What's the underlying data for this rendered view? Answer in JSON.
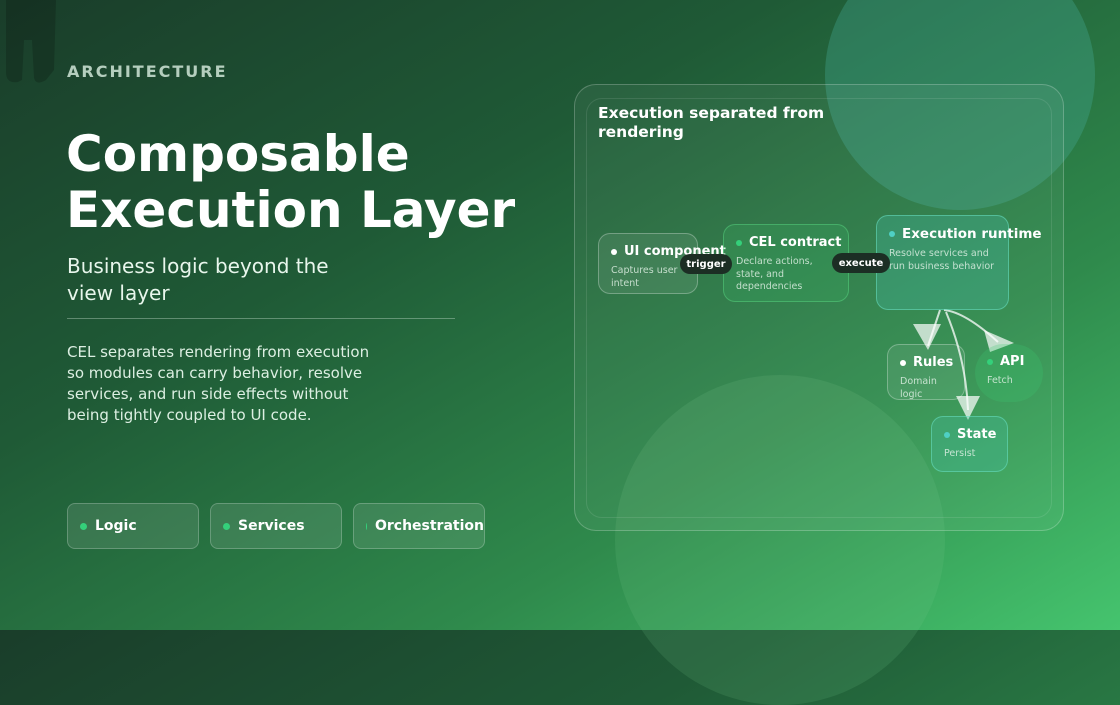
{
  "slide": {
    "eyebrow": "ARCHITECTURE",
    "title": "Composable Execution Layer",
    "subtitle": "Business logic beyond the view layer",
    "body": "CEL separates rendering from execution so modules can carry behavior, resolve services, and run side effects without being tightly coupled to UI code."
  },
  "chips": [
    {
      "label": "Logic"
    },
    {
      "label": "Services"
    },
    {
      "label": "Orchestration"
    }
  ],
  "diagram": {
    "title": "Execution separated from rendering",
    "nodes": {
      "ui": {
        "title": "UI component",
        "desc": "Captures user intent"
      },
      "cel": {
        "title": "CEL contract",
        "desc": "Declare actions, state, and dependencies"
      },
      "exec": {
        "title": "Execution runtime",
        "desc": "Resolve services and run business behavior"
      },
      "rules": {
        "title": "Rules",
        "desc": "Domain logic"
      },
      "api": {
        "title": "API",
        "desc": "Fetch"
      },
      "state": {
        "title": "State",
        "desc": "Persist"
      }
    },
    "edges": {
      "trigger": "trigger",
      "execute": "execute"
    }
  },
  "colors": {
    "accent_green": "#34d07a",
    "accent_teal": "#4fd0c4",
    "label_bg": "#1c2e24"
  }
}
